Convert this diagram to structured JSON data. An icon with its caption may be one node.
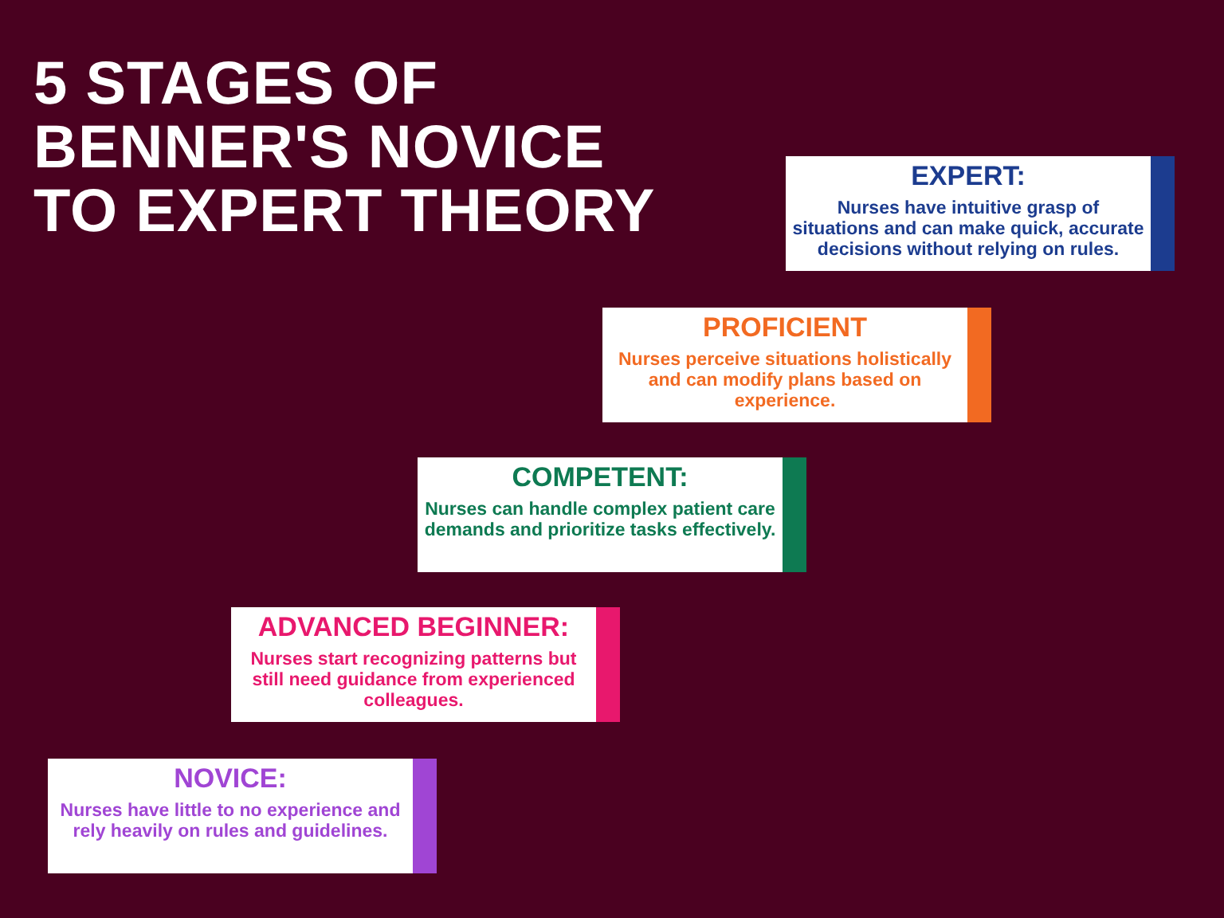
{
  "diagram": {
    "title": "5 STAGES OF BENNER'S NOVICE TO EXPERT THEORY",
    "nodes": [
      {
        "text": [
          "EXPERT:",
          "Nurses have intuitive grasp of situations and can make quick, accurate decisions without relying on rules."
        ]
      },
      {
        "text": [
          "PROFICIENT",
          "Nurses perceive situations holistically and can modify plans based on experience."
        ]
      },
      {
        "text": [
          "COMPETENT:",
          "Nurses can handle complex patient care demands and prioritize tasks effectively."
        ]
      },
      {
        "text": [
          "ADVANCED BEGINNER:",
          "Nurses start recognizing patterns but still need guidance from experienced colleagues."
        ]
      },
      {
        "text": [
          "NOVICE:",
          "Nurses have little to no experience and rely heavily on rules and guidelines."
        ]
      }
    ]
  }
}
